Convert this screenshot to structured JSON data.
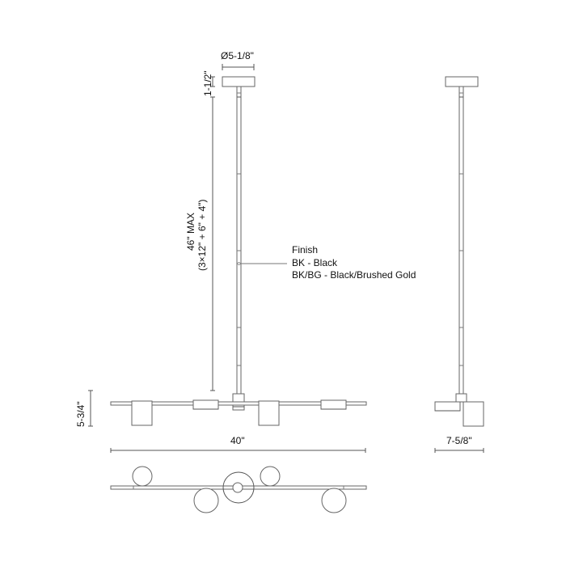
{
  "drawing": {
    "title": "Pendant linear fixture dimension drawing",
    "views": [
      "front-view",
      "side-view",
      "top-view"
    ]
  },
  "dimensions": {
    "canopy_diameter": "Ø5-1/8\"",
    "canopy_height": "1-1/2\"",
    "overall_height_line1": "46\" MAX",
    "overall_height_line2": "(3×12\" + 6\" + 4\")",
    "fixture_height": "5-3/4\"",
    "fixture_length": "40\"",
    "fixture_depth": "7-5/8\""
  },
  "finish": {
    "heading": "Finish",
    "options": [
      "BK - Black",
      "BK/BG - Black/Brushed Gold"
    ]
  },
  "colors": {
    "line": "#777777",
    "text": "#111111",
    "background": "#ffffff"
  }
}
